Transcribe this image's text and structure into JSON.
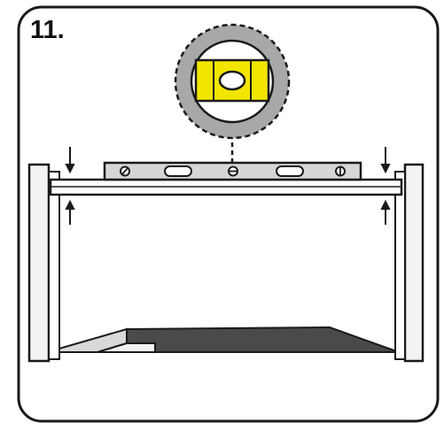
{
  "step": {
    "number_label": "11."
  },
  "colors": {
    "outline": "#1a1a1a",
    "level_bubble_vial": "#f2e600",
    "magnifier_ring": "#a8a8a8",
    "floor_dark": "#4a4a4a",
    "floor_light": "#d9d9d9",
    "level_body": "#d6d6d6",
    "background": "#ffffff"
  },
  "icons": {
    "magnifier": "spirit-level-bubble-closeup",
    "arrows": "pinch-arrows"
  }
}
